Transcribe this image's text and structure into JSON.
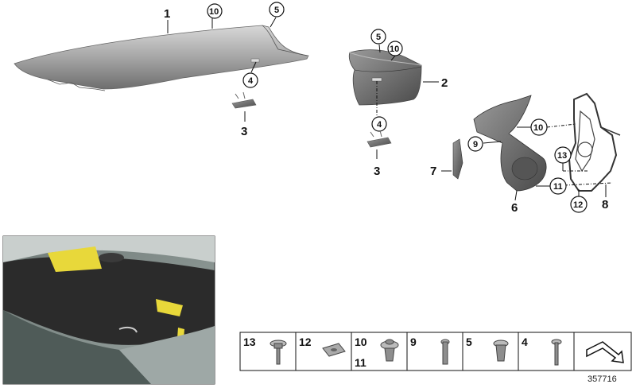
{
  "callouts": {
    "headliner_trim": "1",
    "c10_top": "10",
    "c5_top": "5",
    "c4_left": "4",
    "cover_left": "3",
    "c5_mid": "5",
    "c10_mid": "10",
    "trim_panel": "2",
    "c4_mid": "4",
    "cover_mid": "3",
    "c10_right": "10",
    "c9_right": "9",
    "c13_right": "13",
    "bracket_small": "7",
    "c11_right": "11",
    "support": "6",
    "c12_right": "12",
    "frame": "8"
  },
  "fastener_table": [
    {
      "label": "13",
      "icon": "collar-screw-icon"
    },
    {
      "label": "12",
      "icon": "spring-nut-icon"
    },
    {
      "label": "10",
      "label2": "11",
      "icon": "clip-nut-icon"
    },
    {
      "label": "9",
      "icon": "screw-icon"
    },
    {
      "label": "5",
      "icon": "expanding-rivet-icon"
    },
    {
      "label": "4",
      "icon": "pan-screw-icon"
    },
    {
      "label": "",
      "icon": "arrow-symbol-icon"
    }
  ],
  "diagram_id": "357716",
  "colors": {
    "highlight": "#e8d83a",
    "headliner": "#2b2b2b",
    "part_gray": "#8e8e8e"
  }
}
